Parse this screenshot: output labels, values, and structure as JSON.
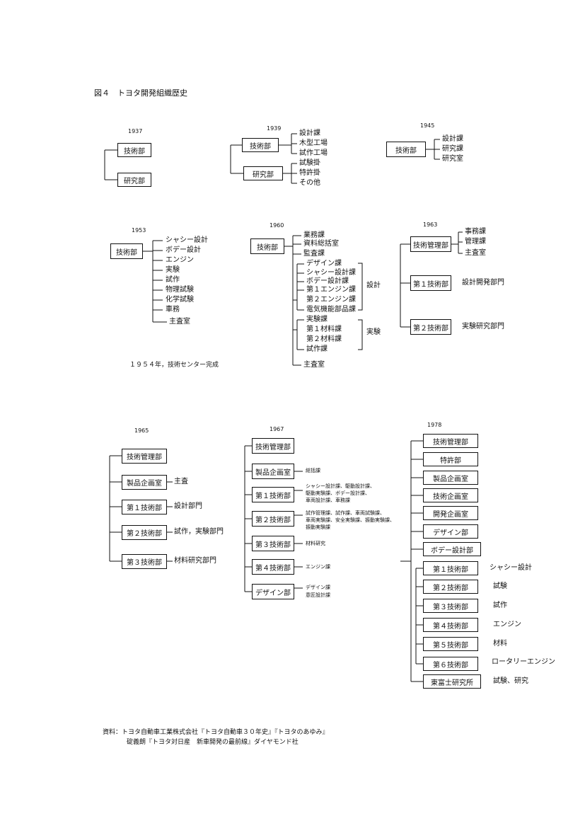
{
  "title": "図４　トヨタ開発組織歴史",
  "years": {
    "y1937": "1937",
    "y1939": "1939",
    "y1945": "1945",
    "y1953": "1953",
    "y1960": "1960",
    "y1963": "1963",
    "y1965": "1965",
    "y1967": "1967",
    "y1978": "1978"
  },
  "c1937": {
    "dept1": "技術部",
    "dept2": "研究部"
  },
  "c1939": {
    "dept1": "技術部",
    "dept2": "研究部",
    "sub1": [
      "設計課",
      "木型工場",
      "試作工場"
    ],
    "sub2": [
      "試験掛",
      "特許掛",
      "その他"
    ]
  },
  "c1945": {
    "dept": "技術部",
    "subs": [
      "設計課",
      "研究課",
      "研究室"
    ]
  },
  "c1953": {
    "dept": "技術部",
    "subs": [
      "シャシー設計",
      "ボデー設計",
      "エンジン",
      "実験",
      "試作",
      "物理試験",
      "化学試験",
      "車務"
    ],
    "chief": "主査室",
    "note": "１９５４年，技術センター完成"
  },
  "c1960": {
    "dept": "技術部",
    "top": [
      "業務課",
      "資料総括室",
      "監査課"
    ],
    "design": [
      "デザイン課",
      "シャシー設計課",
      "ボデー設計課",
      "第１エンジン課",
      "第２エンジン課",
      "電気機能部品課"
    ],
    "design_label": "設計",
    "exp": [
      "実験課",
      "第１材料課",
      "第２材料課",
      "試作課"
    ],
    "exp_label": "実験",
    "chief": "主査室"
  },
  "c1963": {
    "mgmt": "技術管理部",
    "mgmt_subs": [
      "事務課",
      "管理課",
      "主査室"
    ],
    "d1": "第１技術部",
    "d1_note": "設計開発部門",
    "d2": "第２技術部",
    "d2_note": "実験研究部門"
  },
  "c1965": {
    "boxes": [
      "技術管理部",
      "製品企画室",
      "第１技術部",
      "第２技術部",
      "第３技術部"
    ],
    "notes": [
      "",
      "主査",
      "設計部門",
      "試作，実験部門",
      "材料研究部門"
    ]
  },
  "c1967": {
    "boxes": [
      "技術管理部",
      "製品企画室",
      "第１技術部",
      "第２技術部",
      "第３技術部",
      "第４技術部",
      "デザイン部"
    ],
    "notes": [
      [],
      [
        "総括課"
      ],
      [
        "シャシー設計課、駆動設計課、",
        "駆動実験課、ボデー設計課、",
        "車両設計課、車務課"
      ],
      [
        "試作管理課、試作課、車両試験課、",
        "車両実験課、安全実験課、振動実験課、",
        "振動実験課"
      ],
      [
        "材料研究"
      ],
      [
        "エンジン課"
      ],
      [
        "デザイン課",
        "意匠設計課"
      ]
    ]
  },
  "c1978": {
    "boxes": [
      "技術管理部",
      "特許部",
      "製品企画室",
      "技術企画室",
      "開発企画室",
      "デザイン部",
      "ボデー設計部",
      "第１技術部",
      "第２技術部",
      "第３技術部",
      "第４技術部",
      "第５技術部",
      "第６技術部",
      "東富士研究所"
    ],
    "notes": [
      "",
      "",
      "",
      "",
      "",
      "",
      "",
      "シャシー設計",
      "試験",
      "試作",
      "エンジン",
      "材料",
      "ロータリーエンジン",
      "試験、研究"
    ]
  },
  "source": {
    "line1": "資料：トヨタ自動車工業株式会社『トヨタ自動車３０年史』『トヨタのあゆみ』",
    "line2": "碇義朗『トヨタ対日産　新車開発の最前線』ダイヤモンド社"
  }
}
